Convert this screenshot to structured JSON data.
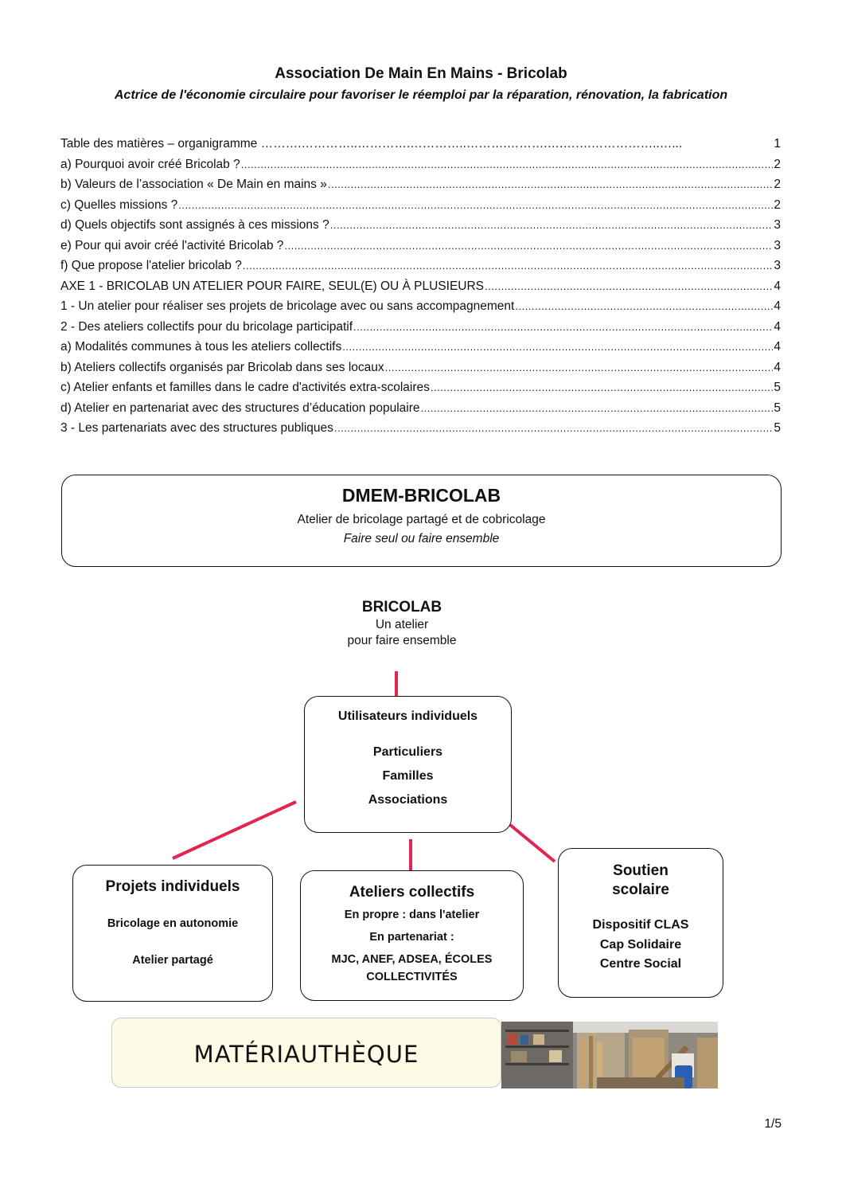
{
  "header": {
    "title": "Association De Main En Mains - Bricolab",
    "subtitle": "Actrice de l'économie circulaire pour favoriser le réemploi par la réparation, rénovation, la fabrication"
  },
  "toc": [
    {
      "text": "Table des matières – organigramme ……….…………..………….…………..……….……….….…….……………..…...",
      "page": "1"
    },
    {
      "text": "a) Pourquoi avoir créé Bricolab ?",
      "page": "2"
    },
    {
      "text": "b) Valeurs de l’association « De Main en mains »",
      "page": "2"
    },
    {
      "text": "c) Quelles missions ?",
      "page": "2"
    },
    {
      "text": "d) Quels objectifs sont assignés à ces missions ?",
      "page": "3"
    },
    {
      "text": "e) Pour qui avoir créé l'activité Bricolab ?",
      "page": "3"
    },
    {
      "text": "f) Que propose l'atelier bricolab ?",
      "page": "3"
    },
    {
      "text": "AXE 1 - BRICOLAB UN ATELIER POUR FAIRE, SEUL(E) OU À PLUSIEURS",
      "page": "4"
    },
    {
      "text": "1 - Un atelier pour réaliser ses projets de bricolage avec ou sans accompagnement",
      "page": "4"
    },
    {
      "text": "2 - Des ateliers collectifs pour du bricolage participatif",
      "page": "4"
    },
    {
      "text": "a) Modalités communes à tous les ateliers collectifs",
      "page": "4"
    },
    {
      "text": "b) Ateliers collectifs organisés par Bricolab dans ses locaux",
      "page": "4"
    },
    {
      "text": "c) Atelier enfants et familles dans le cadre d'activités extra-scolaires",
      "page": "5"
    },
    {
      "text": "d) Atelier en partenariat avec des structures d’éducation populaire",
      "page": "5"
    },
    {
      "text": "3 - Les partenariats avec des structures publiques",
      "page": "5"
    }
  ],
  "main_box": {
    "title": "DMEM-BRICOLAB",
    "line1": "Atelier de bricolage partagé et de cobricolage",
    "line2": "Faire seul ou faire ensemble"
  },
  "bricolab": {
    "title": "BRICOLAB",
    "line1": "Un atelier",
    "line2": "pour faire ensemble"
  },
  "users_box": {
    "title": "Utilisateurs individuels",
    "items": [
      "Particuliers",
      "Familles",
      "Associations"
    ]
  },
  "projects_box": {
    "title": "Projets individuels",
    "items": [
      "Bricolage en autonomie",
      "Atelier partagé"
    ]
  },
  "collective_box": {
    "title": "Ateliers collectifs",
    "items": [
      "En propre : dans l'atelier",
      "En partenariat :",
      "MJC, ANEF, ADSEA, ÉCOLES",
      "COLLECTIVITÉS"
    ]
  },
  "support_box": {
    "title_line1": "Soutien",
    "title_line2": "scolaire",
    "items": [
      "Dispositif CLAS",
      "Cap Solidaire",
      "Centre Social"
    ]
  },
  "materiautheque": {
    "label": "MATÉRIAUTHÈQUE"
  },
  "footer": {
    "page": "1/5"
  },
  "colors": {
    "connector": "#e5234f",
    "materiautheque_bg": "#fdfbe6"
  }
}
